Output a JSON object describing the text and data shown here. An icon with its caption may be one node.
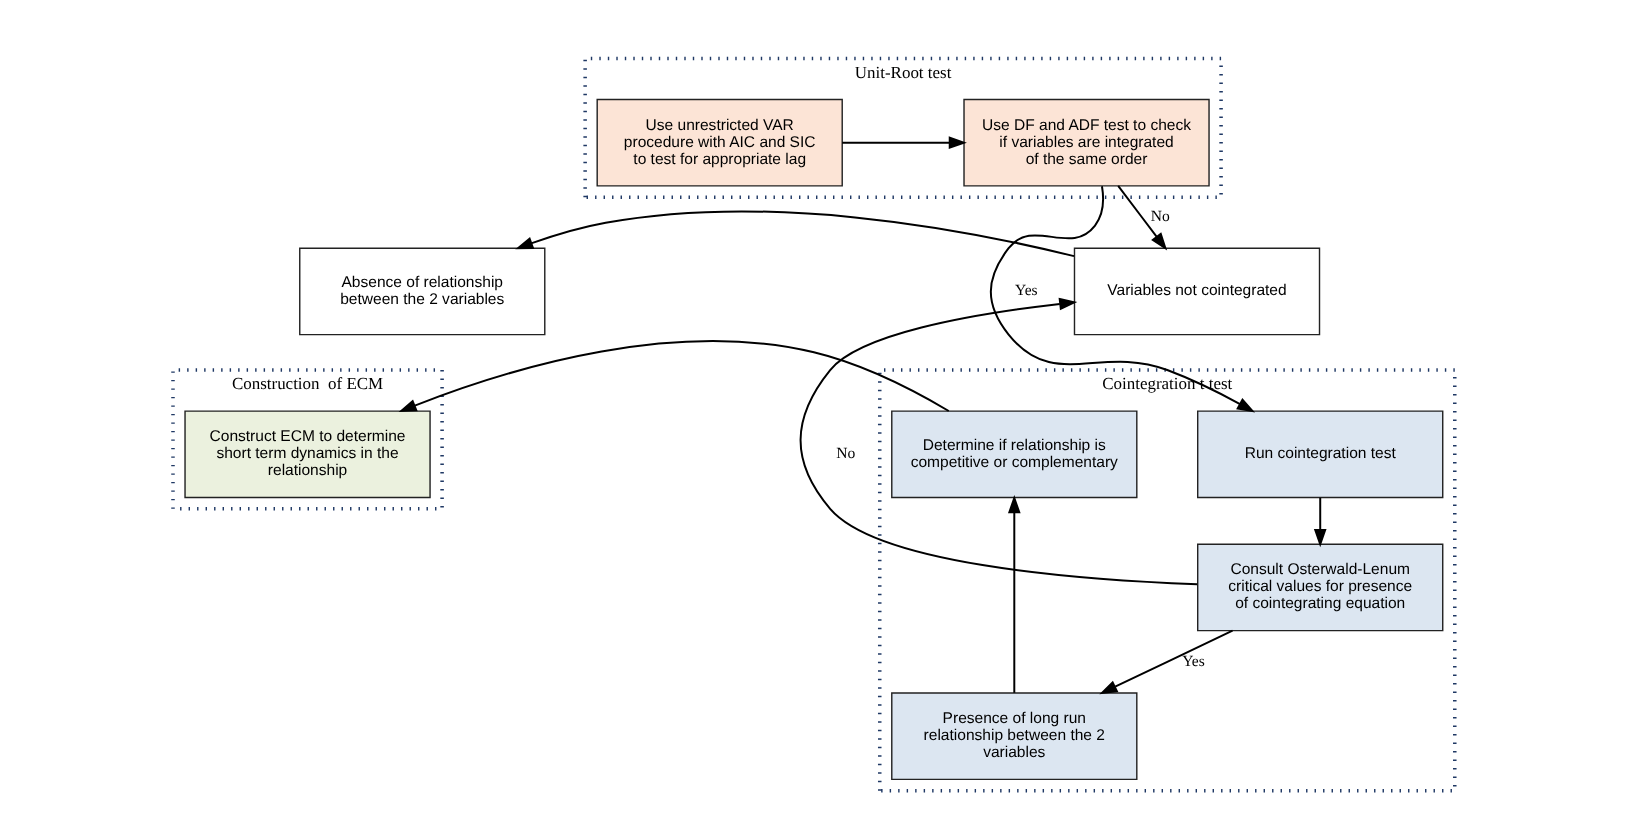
{
  "diagram": {
    "nodes": [
      {
        "text": [
          "Unit-Root test"
        ]
      },
      {
        "text": [
          "Use unrestricted VAR procedure with AIC and SIC to test for appropriate lag"
        ],
        "in": 0
      },
      {
        "text": [
          "Use DF and ADF test to check if variables are integrated of the same order"
        ],
        "in": 0
      },
      {
        "text": [
          "Cointegration t test"
        ]
      },
      {
        "text": [
          "Run cointegration test"
        ],
        "in": 3
      },
      {
        "text": [
          "Absence of relationship between the 2 variables"
        ]
      },
      {
        "text": [
          "Variables not cointegrated"
        ]
      },
      {
        "text": [
          "Consult Osterwald-Lenum critical values for presence of cointegrating equation"
        ],
        "in": 3
      },
      {
        "text": [
          "Construction  of ECM"
        ]
      },
      {
        "text": [
          "Construct ECM to determine short term dynamics in the relationship"
        ],
        "in": 8
      },
      {
        "text": [
          "Determine if relationship is competitive or complementary"
        ],
        "in": 3
      },
      {
        "text": [
          "Presence of long run relationship between the 2 variables"
        ],
        "in": 3
      }
    ],
    "edges": [
      {
        "from": 1,
        "to": 2,
        "arrow": "to"
      },
      {
        "from": 2,
        "to": 4,
        "arrow": "to",
        "label": "Yes"
      },
      {
        "from": 2,
        "to": 6,
        "arrow": "to",
        "label": "No"
      },
      {
        "from": 4,
        "to": 7,
        "arrow": "to"
      },
      {
        "from": 7,
        "to": 6,
        "arrow": "to",
        "label": "No"
      },
      {
        "from": 6,
        "to": 5,
        "arrow": "to"
      },
      {
        "from": 7,
        "to": 11,
        "arrow": "to",
        "label": "Yes"
      },
      {
        "from": 11,
        "to": 10,
        "arrow": "to"
      },
      {
        "from": 10,
        "to": 9,
        "arrow": "to"
      }
    ]
  }
}
